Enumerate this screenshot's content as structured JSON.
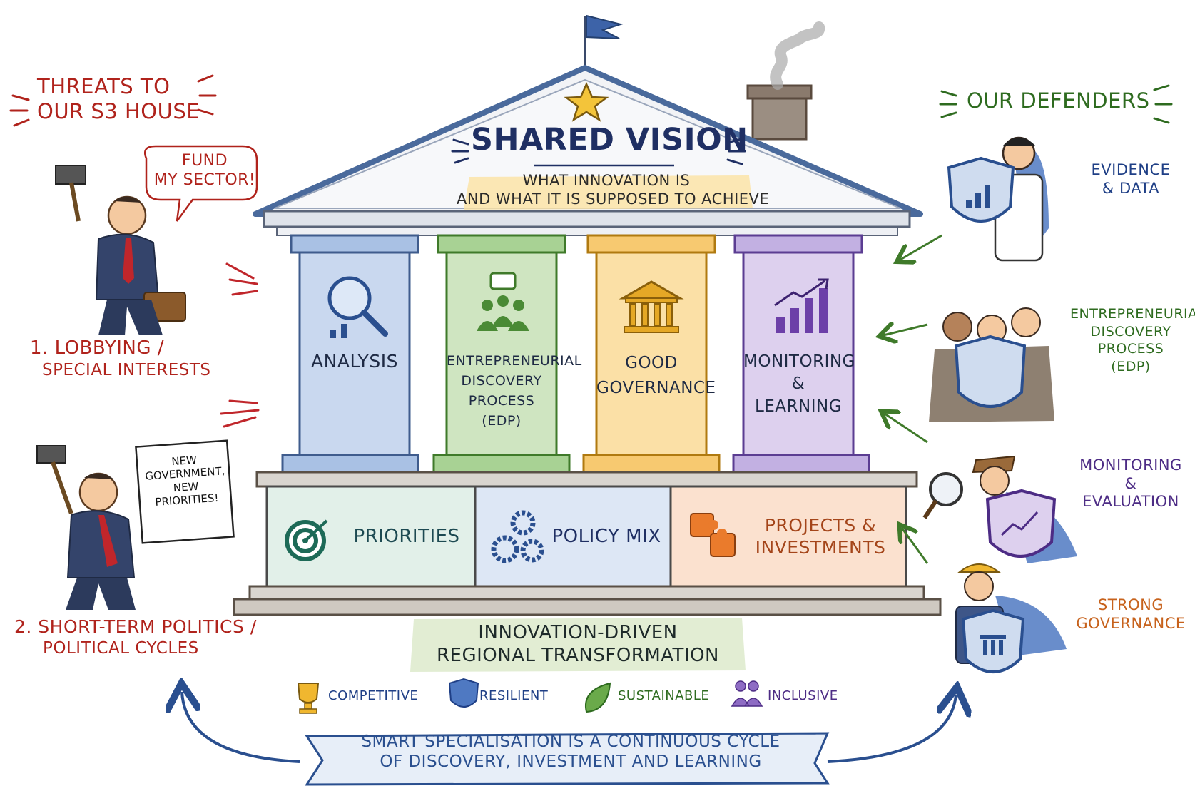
{
  "roof": {
    "title": "SHARED VISION",
    "subtitle_line1": "WHAT INNOVATION IS",
    "subtitle_line2": "AND WHAT IT IS SUPPOSED TO ACHIEVE"
  },
  "pillars": [
    {
      "label": [
        "ANALYSIS"
      ],
      "icon": "magnifier-chart-icon",
      "color": "#c9d8ef"
    },
    {
      "label": [
        "ENTREPRENEURIAL",
        "DISCOVERY",
        "PROCESS",
        "(EDP)"
      ],
      "icon": "people-chat-icon",
      "color": "#cfe5c1"
    },
    {
      "label": [
        "GOOD",
        "GOVERNANCE"
      ],
      "icon": "government-building-icon",
      "color": "#fbe0a6"
    },
    {
      "label": [
        "MONITORING",
        "&",
        "LEARNING"
      ],
      "icon": "growth-chart-icon",
      "color": "#ddd0ee"
    }
  ],
  "foundation": [
    {
      "label": [
        "PRIORITIES"
      ],
      "icon": "target-icon",
      "color": "#e2f0e9"
    },
    {
      "label": [
        "POLICY MIX"
      ],
      "icon": "gears-icon",
      "color": "#dde7f5"
    },
    {
      "label": [
        "PROJECTS &",
        "INVESTMENTS"
      ],
      "icon": "puzzle-icon",
      "color": "#fbe1cf"
    }
  ],
  "base": {
    "line1": "INNOVATION-DRIVEN",
    "line2": "REGIONAL TRANSFORMATION"
  },
  "qualities": [
    {
      "label": "COMPETITIVE",
      "icon": "trophy-icon",
      "color": "#1f3f86"
    },
    {
      "label": "RESILIENT",
      "icon": "shield-icon",
      "color": "#1f3f86"
    },
    {
      "label": "SUSTAINABLE",
      "icon": "leaf-icon",
      "color": "#2e6b1f"
    },
    {
      "label": "INCLUSIVE",
      "icon": "people-icon",
      "color": "#4d2c85"
    }
  ],
  "banner": {
    "line1": "SMART SPECIALISATION IS A CONTINUOUS CYCLE",
    "line2": "OF DISCOVERY, INVESTMENT AND LEARNING"
  },
  "threats": {
    "title_line1": "THREATS TO",
    "title_line2": "OUR S3 HOUSE",
    "bubble_line1": "FUND",
    "bubble_line2": "MY SECTOR!",
    "sign": [
      "NEW",
      "GOVERNMENT,",
      "NEW",
      "PRIORITIES!"
    ],
    "threat1_line1": "1. LOBBYING /",
    "threat1_line2": "SPECIAL INTERESTS",
    "threat2_line1": "2. SHORT-TERM POLITICS /",
    "threat2_line2": "POLITICAL CYCLES"
  },
  "defenders": {
    "title": "OUR DEFENDERS",
    "items": [
      {
        "label": [
          "EVIDENCE",
          "& DATA"
        ],
        "color": "#1f3f86"
      },
      {
        "label": [
          "ENTREPRENEURIAL",
          "DISCOVERY",
          "PROCESS",
          "(EDP)"
        ],
        "color": "#2e6b1f"
      },
      {
        "label": [
          "MONITORING",
          "&",
          "EVALUATION"
        ],
        "color": "#4d2c85"
      },
      {
        "label": [
          "STRONG",
          "GOVERNANCE"
        ],
        "color": "#c7621c"
      }
    ]
  }
}
